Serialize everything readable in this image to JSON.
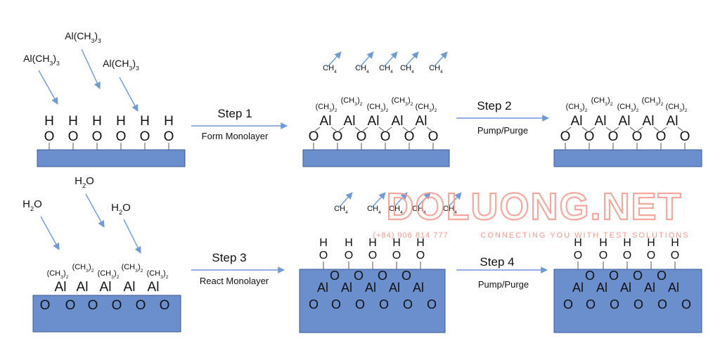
{
  "colors": {
    "substrate_fill": "#6b8fcd",
    "substrate_stroke": "#3b5a96",
    "arrow": "#6f9ad6",
    "text": "#111111",
    "bond": "#555555",
    "watermark": "#f39a8e"
  },
  "species": {
    "precursor": "Al(CH3)3",
    "water": "H2O",
    "methane": "CH4",
    "methyl2": "(CH3)2",
    "aluminum": "Al",
    "oxygen": "O",
    "hydrogen": "H"
  },
  "steps": [
    {
      "title": "Step 1",
      "caption": "Form Monolayer"
    },
    {
      "title": "Step 2",
      "caption": "Pump/Purge"
    },
    {
      "title": "Step 3",
      "caption": "React Monolayer"
    },
    {
      "title": "Step 4",
      "caption": "Pump/Purge"
    }
  ],
  "watermark": {
    "brand": "DOLUONG.NET",
    "phone": "(+84) 906 814 777",
    "tagline": "CONNECTING YOU WITH TEST SOLUTIONS"
  }
}
